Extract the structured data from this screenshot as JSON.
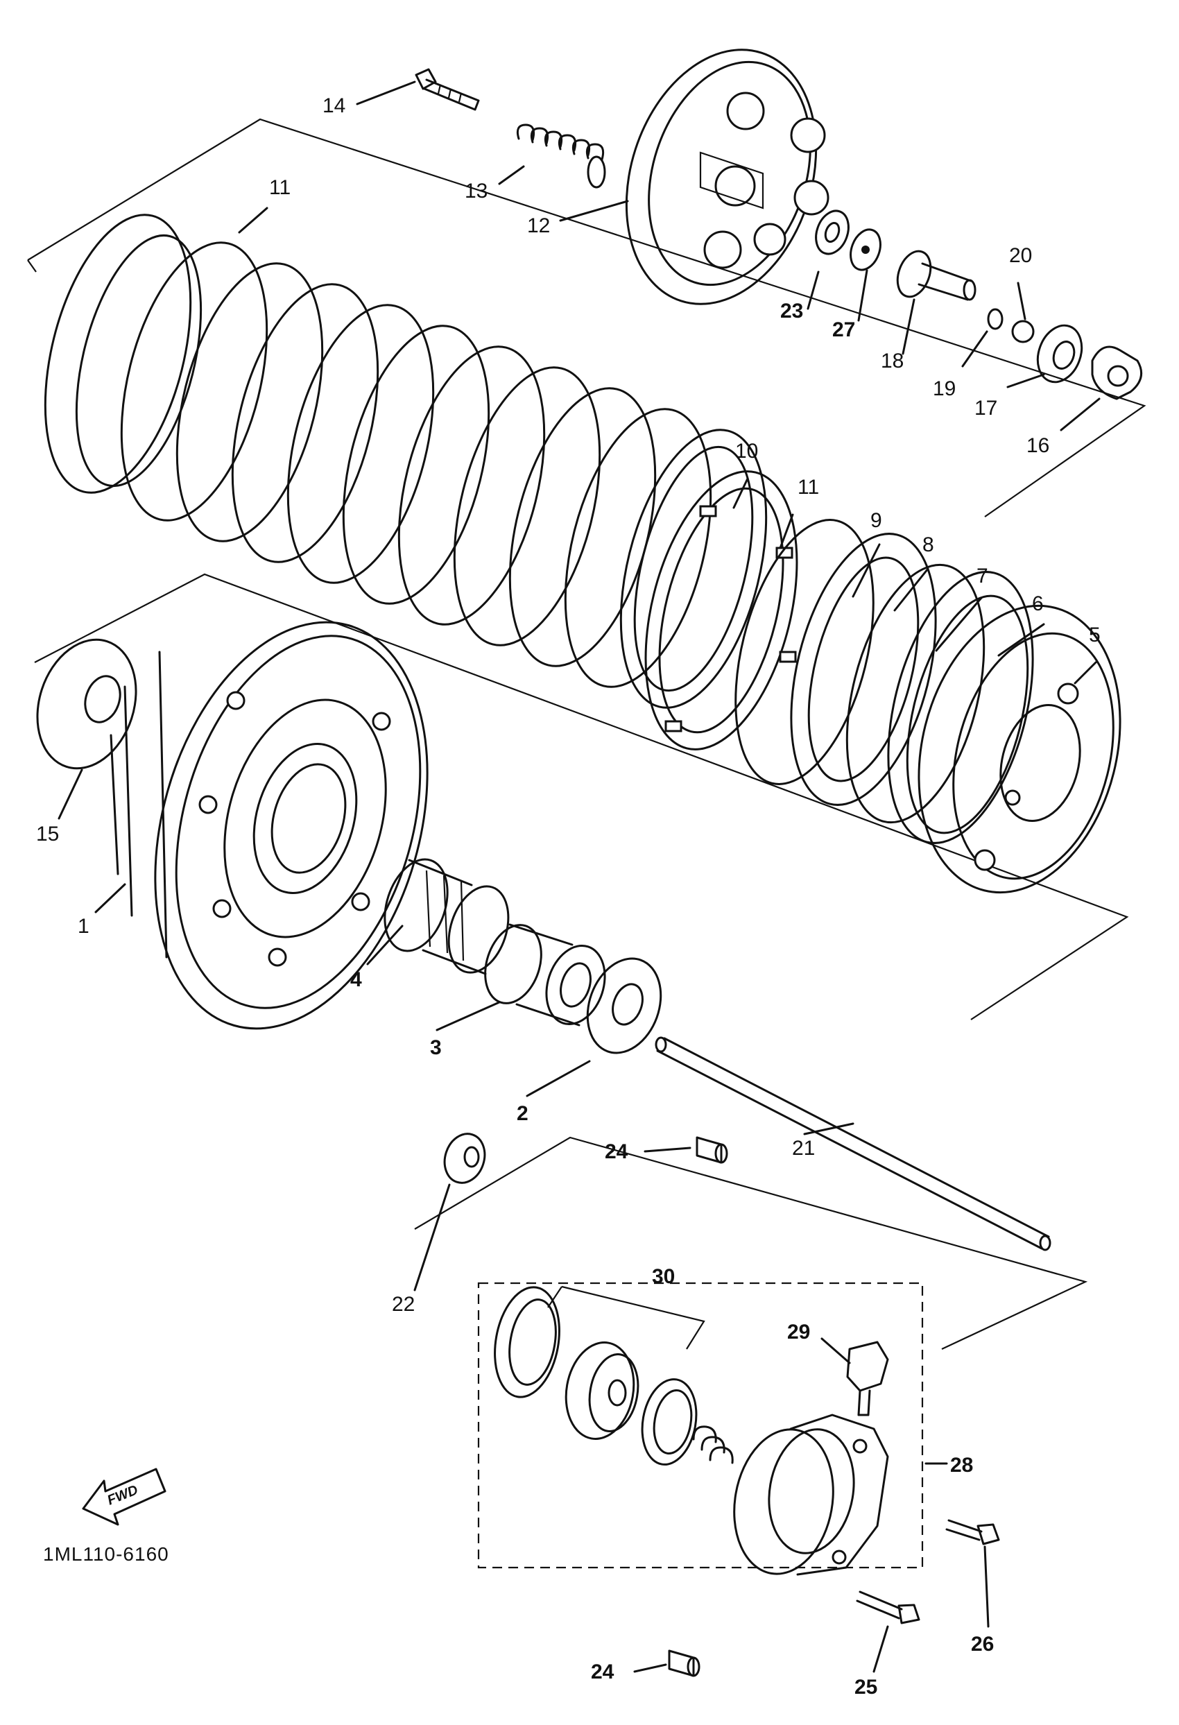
{
  "diagram_code": "1ML110-6160",
  "fwd_label": "FWD",
  "callouts": [
    {
      "id": "c1",
      "text": "1"
    },
    {
      "id": "c2",
      "text": "2"
    },
    {
      "id": "c3",
      "text": "3"
    },
    {
      "id": "c4",
      "text": "4"
    },
    {
      "id": "c5",
      "text": "5"
    },
    {
      "id": "c6",
      "text": "6"
    },
    {
      "id": "c7",
      "text": "7"
    },
    {
      "id": "c8",
      "text": "8"
    },
    {
      "id": "c9",
      "text": "9"
    },
    {
      "id": "c10",
      "text": "10"
    },
    {
      "id": "c11a",
      "text": "11"
    },
    {
      "id": "c11b",
      "text": "11"
    },
    {
      "id": "c12",
      "text": "12"
    },
    {
      "id": "c13",
      "text": "13"
    },
    {
      "id": "c14",
      "text": "14"
    },
    {
      "id": "c15",
      "text": "15"
    },
    {
      "id": "c16",
      "text": "16"
    },
    {
      "id": "c17",
      "text": "17"
    },
    {
      "id": "c18",
      "text": "18"
    },
    {
      "id": "c19",
      "text": "19"
    },
    {
      "id": "c20",
      "text": "20"
    },
    {
      "id": "c21",
      "text": "21"
    },
    {
      "id": "c22",
      "text": "22"
    },
    {
      "id": "c23",
      "text": "23"
    },
    {
      "id": "c24a",
      "text": "24"
    },
    {
      "id": "c24b",
      "text": "24"
    },
    {
      "id": "c25",
      "text": "25"
    },
    {
      "id": "c26",
      "text": "26"
    },
    {
      "id": "c27",
      "text": "27"
    },
    {
      "id": "c28",
      "text": "28"
    },
    {
      "id": "c29",
      "text": "29"
    },
    {
      "id": "c30",
      "text": "30"
    }
  ]
}
